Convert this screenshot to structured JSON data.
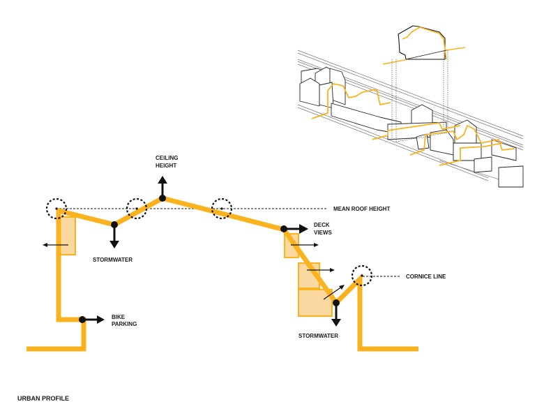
{
  "diagram": {
    "title": "URBAN PROFILE",
    "colors": {
      "profile": "#fbb21f",
      "profile_fill": "#fbd8a0",
      "ink": "#111111",
      "context_lines": "#555555"
    },
    "labels": {
      "ceiling_height": [
        "CEILING",
        "HEIGHT"
      ],
      "mean_roof_height": "MEAN ROOF HEIGHT",
      "stormwater_left": "STORMWATER",
      "stormwater_right": "STORMWATER",
      "deck_views": [
        "DECK",
        "VIEWS"
      ],
      "cornice_line": "CORNICE LINE",
      "bike_parking": [
        "BIKE",
        "PARKING"
      ]
    },
    "inset": {
      "description": "axonometric street context with highlighted section cuts"
    }
  }
}
